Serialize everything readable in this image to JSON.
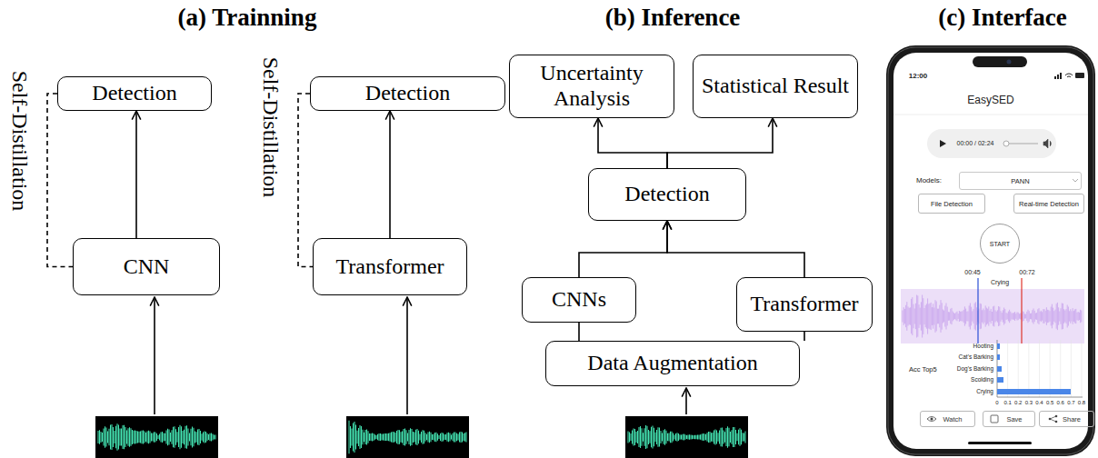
{
  "diagram": {
    "nodes": [
      {
        "text": [
          "Detection"
        ]
      },
      {
        "text": [
          "CNN"
        ]
      },
      {
        "text": [
          "Detection"
        ]
      },
      {
        "text": [
          "Transformer"
        ]
      },
      {
        "text": [
          "Uncertainty Analysis"
        ]
      },
      {
        "text": [
          "Statistical Result"
        ]
      },
      {
        "text": [
          "Detection"
        ]
      },
      {
        "text": [
          "CNNs"
        ]
      },
      {
        "text": [
          "Transformer"
        ]
      },
      {
        "text": [
          "Data Augmentation"
        ]
      },
      {
        "text": [
          "PANN"
        ]
      },
      {
        "text": [
          "File Detection"
        ]
      },
      {
        "text": [
          "Real-time Detection"
        ]
      },
      {
        "text": [
          "START"
        ]
      },
      {
        "text": [
          "Watch"
        ]
      },
      {
        "text": [
          "Save"
        ]
      },
      {
        "text": [
          "Share"
        ]
      }
    ],
    "edges": [
      {
        "from": 1,
        "to": 0,
        "arrow": "to"
      },
      {
        "from": 0,
        "to": 1,
        "arrow": "none",
        "label": "Self-Distillation"
      },
      {
        "from": 3,
        "to": 2,
        "arrow": "to"
      },
      {
        "from": 2,
        "to": 3,
        "arrow": "none",
        "label": "Self-Distillation"
      },
      {
        "from": 6,
        "to": 4,
        "arrow": "to"
      },
      {
        "from": 6,
        "to": 5,
        "arrow": "to"
      },
      {
        "from": 7,
        "to": 6,
        "arrow": "to"
      },
      {
        "from": 8,
        "to": 6,
        "arrow": "to"
      },
      {
        "from": 9,
        "to": 7,
        "arrow": "none"
      },
      {
        "from": 9,
        "to": 8,
        "arrow": "none"
      }
    ],
    "labels": [
      "(a) Trainning",
      "(b) Inference",
      "(c) Interface",
      "12:00",
      "EasySED",
      "00:00 / 02:24",
      "Models:",
      "00:45",
      "00:72",
      "Crying",
      "Acc Top5",
      "Hooting",
      "Cat's Barking",
      "Dog's Barking",
      "Scolding",
      "Crying",
      "0",
      "0.1",
      "0.2",
      "0.3",
      "0.4",
      "0.5",
      "0.6",
      "0.7",
      "0.8"
    ]
  }
}
